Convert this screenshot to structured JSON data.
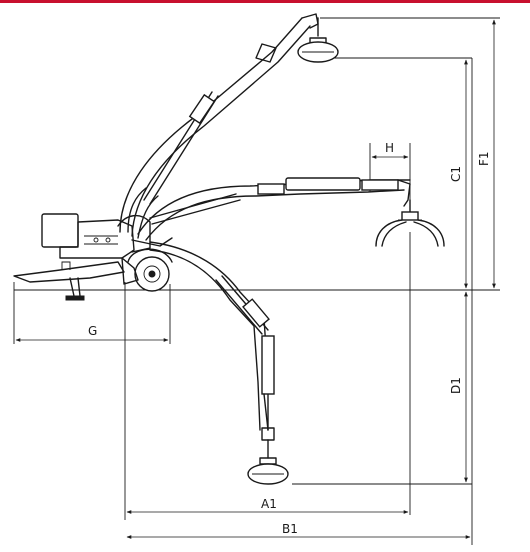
{
  "colors": {
    "top_rule": "#c8102e",
    "ink": "#1a1a1a",
    "paper": "#ffffff"
  },
  "labels": {
    "H": "H",
    "C1": "C1",
    "F1": "F1",
    "D1": "D1",
    "G": "G",
    "A1": "A1",
    "B1": "B1"
  }
}
